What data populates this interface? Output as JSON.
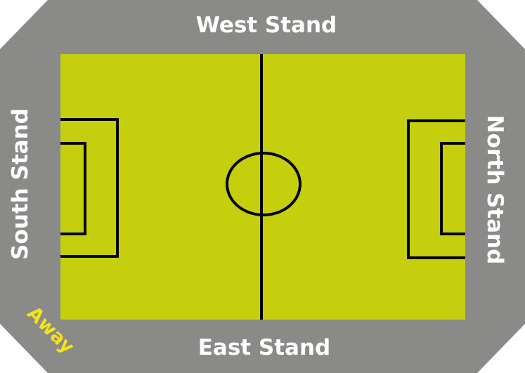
{
  "stands": {
    "west": "West Stand",
    "east": "East Stand",
    "south": "South Stand",
    "north": "North Stand"
  },
  "away_label": "Away",
  "colors": {
    "stand_gray": "#8a8a88",
    "pitch": "#c6cf0d",
    "lines": "#000000",
    "stand_text": "#ffffff",
    "away_text": "#f2e416"
  }
}
